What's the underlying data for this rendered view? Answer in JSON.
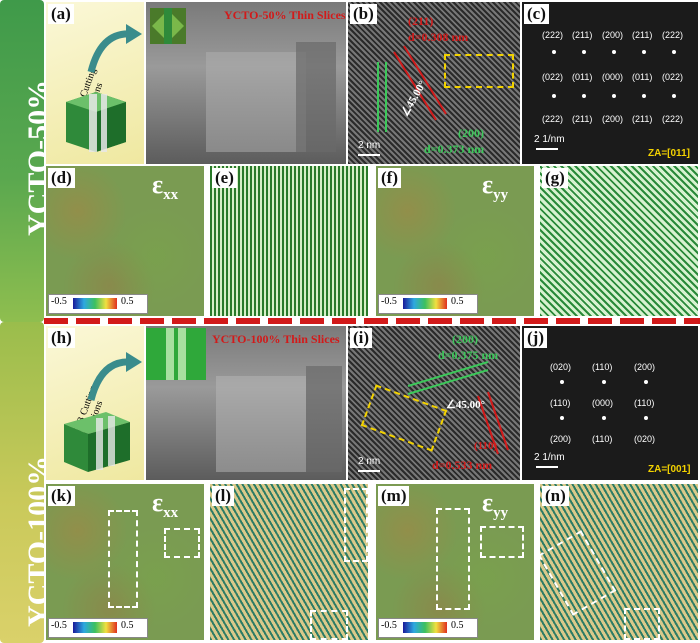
{
  "sidebar": {
    "top_label": "YCTO-50%",
    "bottom_label": "YCTO-100%"
  },
  "top": {
    "a": {
      "label": "(a)",
      "cutting": "FIB Cutting Positions",
      "title": "YCTO-50% Thin Slices"
    },
    "b": {
      "label": "(b)",
      "plane1": "(211)",
      "d1": "d=0.308 nm",
      "angle": "∠45.00°",
      "plane2": "(200)",
      "d2": "d=0.373 nm",
      "scale": "2 nm"
    },
    "c": {
      "label": "(c)",
      "scale": "2 1/nm",
      "za": "ZA=[011]",
      "row1": [
        "(222)",
        "(211)",
        "(200)",
        "(211)",
        "(222)"
      ],
      "row2": [
        "(022)",
        "(011)",
        "(000)",
        "(011)",
        "(022)"
      ],
      "row3": [
        "(222)",
        "(211)",
        "(200)",
        "(211)",
        "(222)"
      ]
    },
    "d": {
      "label": "(d)",
      "eps": "ε",
      "sub": "xx",
      "cmin": "-0.5",
      "cmax": "0.5"
    },
    "e": {
      "label": "(e)"
    },
    "f": {
      "label": "(f)",
      "eps": "ε",
      "sub": "yy",
      "cmin": "-0.5",
      "cmax": "0.5"
    },
    "g": {
      "label": "(g)"
    }
  },
  "bottom": {
    "h": {
      "label": "(h)",
      "cutting": "FIB Cutting Positions",
      "title": "YCTO-100% Thin Slices"
    },
    "i": {
      "label": "(i)",
      "plane1": "(200)",
      "d1": "d=0.375 nm",
      "angle": "∠45.00°",
      "plane2": "(110)",
      "d2": "d=0.533 nm",
      "scale": "2 nm"
    },
    "j": {
      "label": "(j)",
      "scale": "2 1/nm",
      "za": "ZA=[001]",
      "row1": [
        "(020)",
        "(110)",
        "(200)"
      ],
      "row2": [
        "(110)",
        "(000)",
        "(110)"
      ],
      "row3": [
        "(200)",
        "(110)",
        "(020)"
      ]
    },
    "k": {
      "label": "(k)",
      "eps": "ε",
      "sub": "xx",
      "cmin": "-0.5",
      "cmax": "0.5"
    },
    "l": {
      "label": "(l)"
    },
    "m": {
      "label": "(m)",
      "eps": "ε",
      "sub": "yy",
      "cmin": "-0.5",
      "cmax": "0.5"
    },
    "n": {
      "label": "(n)"
    }
  },
  "colors": {
    "accent_red": "#d21a1a",
    "accent_green": "#3cc85a",
    "accent_yellow": "#f3d200"
  }
}
